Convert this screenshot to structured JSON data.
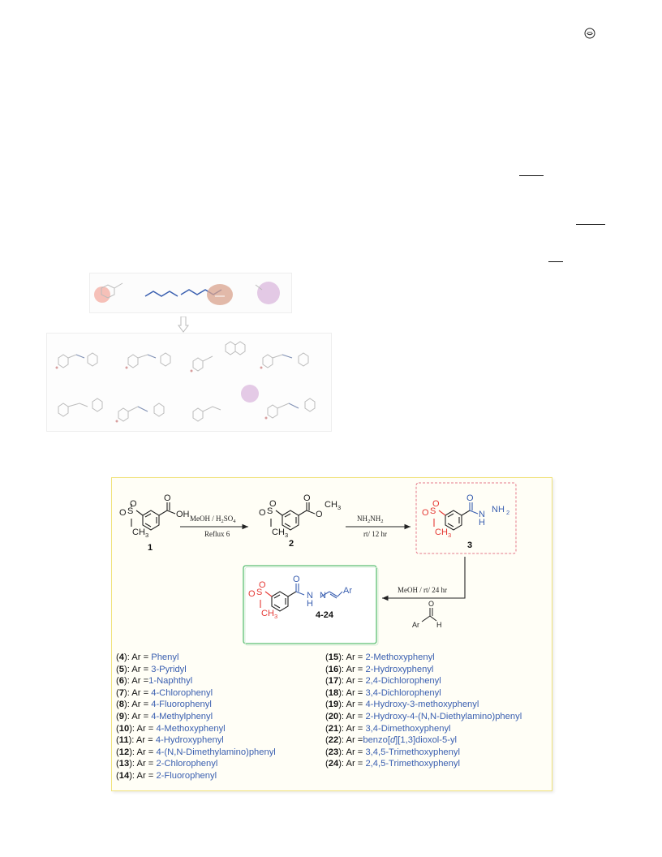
{
  "scheme": {
    "compound_labels": {
      "c1": "1",
      "c2": "2",
      "c3": "3",
      "c4": "4-24"
    },
    "atoms": {
      "oh": "OH",
      "o": "O",
      "s": "S",
      "ch3": "CH",
      "ch3_sub": "3",
      "nh": "H",
      "n": "N",
      "nh2": "NH",
      "nh2_sub": "2",
      "ar": "Ar",
      "h": "H"
    },
    "conditions": {
      "step1_top": "MeOH / H",
      "step1_top_sub": "2",
      "step1_top_tail": "SO",
      "step1_top_sub2": "4",
      "step1_bottom": "Reflux 6",
      "step2_top": "NH",
      "step2_top_sub": "2",
      "step2_top_mid": "NH",
      "step2_top_sub2": "2",
      "step2_bottom": "rt/ 12 hr",
      "step3_top": "MeOH / rt/ 24 hr"
    },
    "compounds_left": [
      {
        "num": "4",
        "sep": "):   Ar = ",
        "ar": "Phenyl"
      },
      {
        "num": "5",
        "sep": "):   Ar = ",
        "ar": "3-Pyridyl"
      },
      {
        "num": "6",
        "sep": "):   Ar =",
        "ar": "1-Naphthyl"
      },
      {
        "num": "7",
        "sep": "):   Ar = ",
        "ar": "4-Chlorophenyl"
      },
      {
        "num": "8",
        "sep": "):   Ar = ",
        "ar": "4-Fluorophenyl"
      },
      {
        "num": "9",
        "sep": "):   Ar = ",
        "ar": "4-Methylphenyl"
      },
      {
        "num": "10",
        "sep": "): Ar = ",
        "ar": "4-Methoxyphenyl"
      },
      {
        "num": "11",
        "sep": "): Ar = ",
        "ar": "4-Hydroxyphenyl"
      },
      {
        "num": "12",
        "sep": "): Ar = ",
        "ar": "4-(N,N-Dimethylamino)phenyl"
      },
      {
        "num": "13",
        "sep": "): Ar = ",
        "ar": "2-Chlorophenyl"
      },
      {
        "num": "14",
        "sep": "): Ar = ",
        "ar": "2-Fluorophenyl"
      }
    ],
    "compounds_right": [
      {
        "num": "15",
        "sep": "): Ar = ",
        "ar": "2-Methoxyphenyl"
      },
      {
        "num": "16",
        "sep": "): Ar = ",
        "ar": "2-Hydroxyphenyl"
      },
      {
        "num": "17",
        "sep": "): Ar = ",
        "ar": "2,4-Dichlorophenyl"
      },
      {
        "num": "18",
        "sep": "): Ar = ",
        "ar": "3,4-Dichlorophenyl"
      },
      {
        "num": "19",
        "sep": "): Ar = ",
        "ar": "4-Hydroxy-3-methoxyphenyl"
      },
      {
        "num": "20",
        "sep": "): Ar = ",
        "ar": "2-Hydroxy-4-(N,N-Diethylamino)phenyl"
      },
      {
        "num": "21",
        "sep": "): Ar = ",
        "ar": "3,4-Dimethoxyphenyl"
      },
      {
        "num": "22",
        "sep": "): Ar =",
        "ar": "benzo[d][1,3]dioxol-5-yl"
      },
      {
        "num": "23",
        "sep": "): Ar = ",
        "ar": "3,4,5-Trimethoxyphenyl"
      },
      {
        "num": "24",
        "sep": "): Ar = ",
        "ar": "2,4,5-Trimethoxyphenyl"
      }
    ]
  },
  "colors": {
    "highlight_red": "#e53935",
    "highlight_blue": "#3a5fb0",
    "box_yellow": "#f0e27a",
    "box_green": "#5cbf74",
    "box_red_dashed": "#e57a8a"
  }
}
